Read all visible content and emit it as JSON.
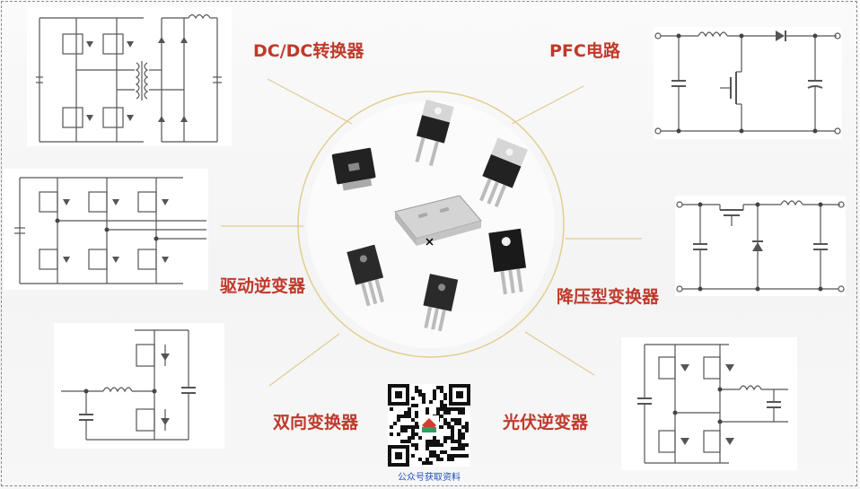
{
  "labels": {
    "dcdc": "DC/DC转换器",
    "pfc": "PFC电路",
    "drive": "驱动逆变器",
    "buck": "降压型变换器",
    "bidir": "双向变换器",
    "pv": "光伏逆变器"
  },
  "qr": {
    "caption": "公众号获取资料"
  },
  "colors": {
    "label": "#c0392b",
    "wire": "#555555",
    "ring": "#e0cf90",
    "caption": "#1f4fb8"
  }
}
